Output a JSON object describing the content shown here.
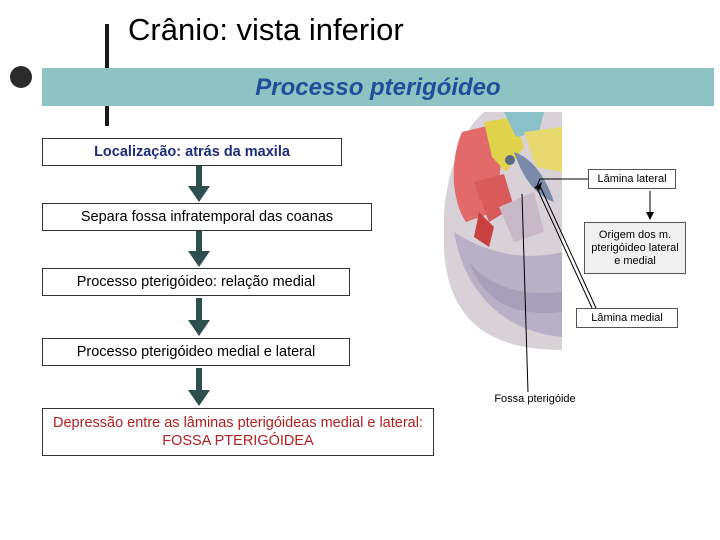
{
  "title": "Crânio: vista inferior",
  "banner": "Processo pterigóideo",
  "flow": {
    "step1": "Localização: atrás da maxila",
    "step2": "Separa fossa infratemporal das coanas",
    "step3": "Processo pterigóideo: relação medial",
    "step4": "Processo pterigóideo medial e lateral",
    "step5": "Depressão entre as lâminas pterigóideas medial e lateral: FOSSA PTERIGÓIDEA"
  },
  "labels": {
    "lamina_lateral": "Lâmina lateral",
    "origem": "Origem dos m. pterigóideo lateral e medial",
    "lamina_medial": "Lâmina medial",
    "fossa": "Fossa pterigóide"
  },
  "colors": {
    "banner_bg": "#8fc3c3",
    "banner_text": "#1e4f9a",
    "step1_text": "#1e2d7a",
    "step5_text": "#b02020",
    "arrow": "#2f4f4f"
  }
}
